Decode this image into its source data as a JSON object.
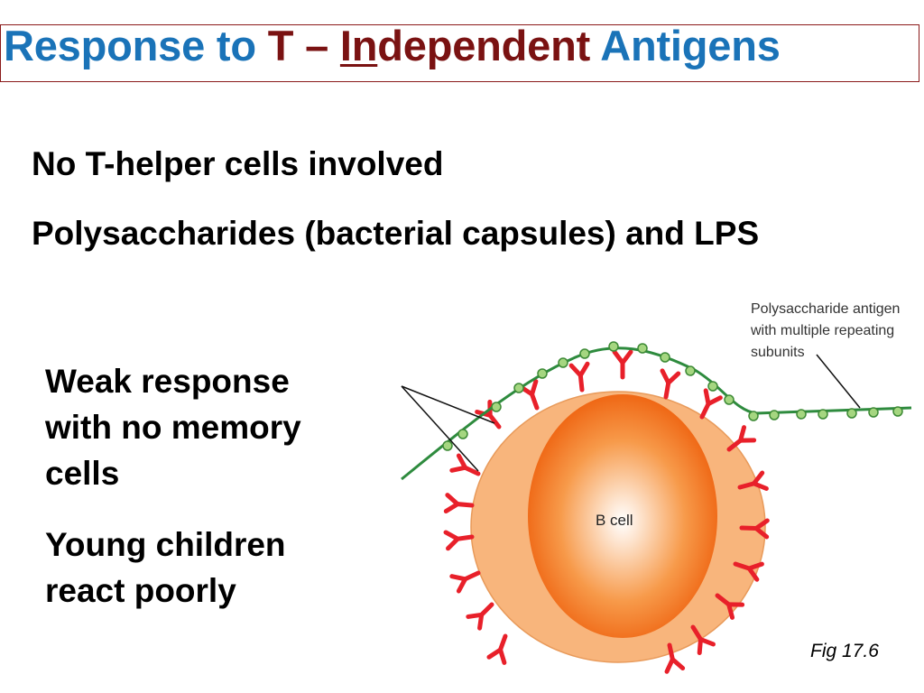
{
  "title": {
    "part1": "Response to ",
    "part2": "T – ",
    "part3": "In",
    "part4": "dependent",
    "part5": " Antigens"
  },
  "bullets": [
    "No T-helper cells involved",
    "Polysaccharides (bacterial capsules) and LPS"
  ],
  "side_text": {
    "line1": [
      "Weak response",
      "with no memory",
      "cells"
    ],
    "line2": [
      "Young children",
      "react poorly"
    ]
  },
  "diagram": {
    "label_antigen": [
      "Polysaccharide antigen",
      "with multiple repeating",
      "subunits"
    ],
    "label_cell": "B cell",
    "colors": {
      "receptor": "#e8202a",
      "chain": "#2e8b3e",
      "bead_fill": "#9fd17a",
      "bead_stroke": "#3d8a35",
      "cytoplasm": "#f7b57a",
      "nucleus_center": "#ffffff",
      "nucleus_edge": "#f2660e"
    }
  },
  "figure_label": "Fig 17.6"
}
